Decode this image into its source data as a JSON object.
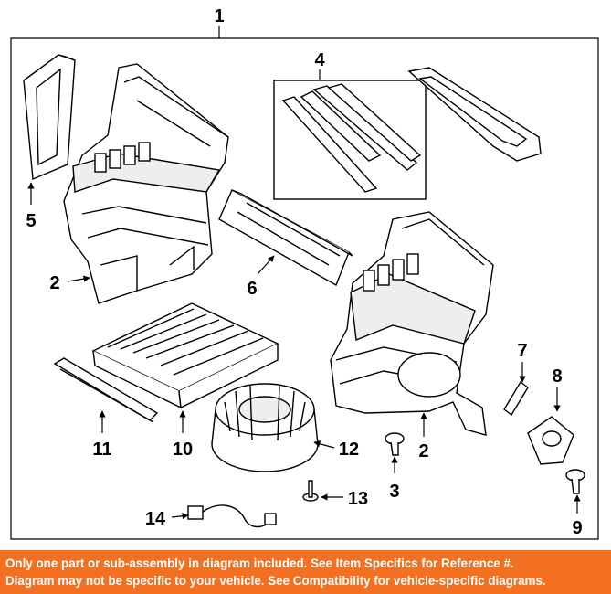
{
  "diagram": {
    "callouts": [
      "1",
      "2",
      "2",
      "3",
      "4",
      "5",
      "6",
      "7",
      "8",
      "9",
      "10",
      "11",
      "12",
      "13",
      "14"
    ]
  },
  "footer": {
    "background_color": "#f37021",
    "line1": "Only one part or sub-assembly in diagram included. See Item Specifics for Reference #.",
    "line2": "Diagram may not be specific to your vehicle. See Compatibility for vehicle-specific diagrams."
  }
}
